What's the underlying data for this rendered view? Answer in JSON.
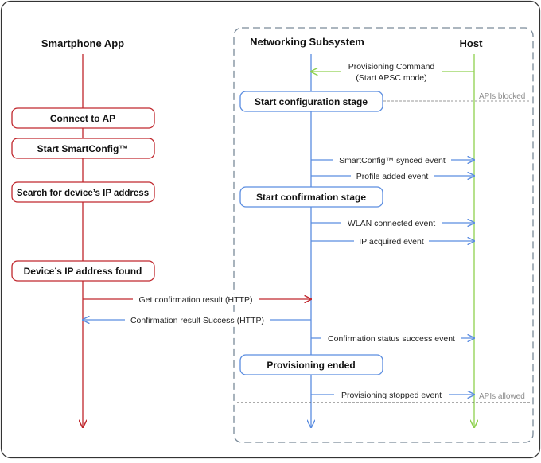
{
  "participants": {
    "app": "Smartphone App",
    "subsystem": "Networking Subsystem",
    "host": "Host"
  },
  "app_steps": [
    "Connect to AP",
    "Start SmartConfig™",
    "Search for device’s IP address",
    "Device’s IP address found"
  ],
  "stages": [
    "Start configuration stage",
    "Start confirmation stage",
    "Provisioning ended"
  ],
  "notes": {
    "apis_blocked": "APIs blocked",
    "apis_allowed": "APIs allowed"
  },
  "messages": {
    "provisioning_command_line1": "Provisioning Command",
    "provisioning_command_line2": "(Start APSC mode)",
    "smartconfig_synced": "SmartConfig™ synced event",
    "profile_added": "Profile added event",
    "wlan_connected": "WLAN connected event",
    "ip_acquired": "IP acquired event",
    "get_confirmation": "Get confirmation result (HTTP)",
    "confirmation_success": "Confirmation result Success (HTTP)",
    "confirmation_status": "Confirmation status success event",
    "provisioning_stopped": "Provisioning stopped event"
  },
  "colors": {
    "app": "#c0272d",
    "subsystem": "#5b8de0",
    "host": "#8fd14f",
    "frame": "#333333",
    "region": "#7a8a99",
    "note": "#8c8c8c"
  }
}
